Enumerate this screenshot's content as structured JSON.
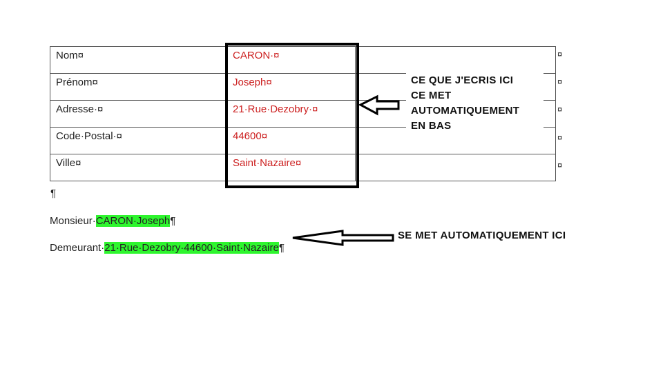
{
  "table": {
    "rows": [
      {
        "label": "Nom¤",
        "value": "CARON·¤",
        "mark": "¤"
      },
      {
        "label": "Prénom¤",
        "value": "Joseph¤",
        "mark": "¤"
      },
      {
        "label": "Adresse·¤",
        "value": "21·Rue·Dezobry·¤",
        "mark": "¤"
      },
      {
        "label": "Code·Postal·¤",
        "value": "44600¤",
        "mark": "¤"
      },
      {
        "label": "Ville¤",
        "value": "Saint·Nazaire¤",
        "mark": "¤"
      }
    ]
  },
  "annotation_top": {
    "lines": [
      "CE QUE J'ECRIS ICI",
      "CE MET",
      "AUTOMATIQUEMENT",
      "EN BAS"
    ]
  },
  "body": {
    "empty_paragraph": "¶",
    "line1_prefix": "Monsieur·",
    "line1_highlight": "CARON·Joseph",
    "line1_suffix": "¶",
    "line2_prefix": "Demeurant·",
    "line2_highlight": "21·Rue·Dezobry·44600·Saint·Nazaire",
    "line2_suffix": "¶"
  },
  "annotation_bottom": {
    "text": "SE MET AUTOMATIQUEMENT ICI"
  },
  "colors": {
    "value_text": "#cc1f1f",
    "highlight": "#2ef52e"
  }
}
